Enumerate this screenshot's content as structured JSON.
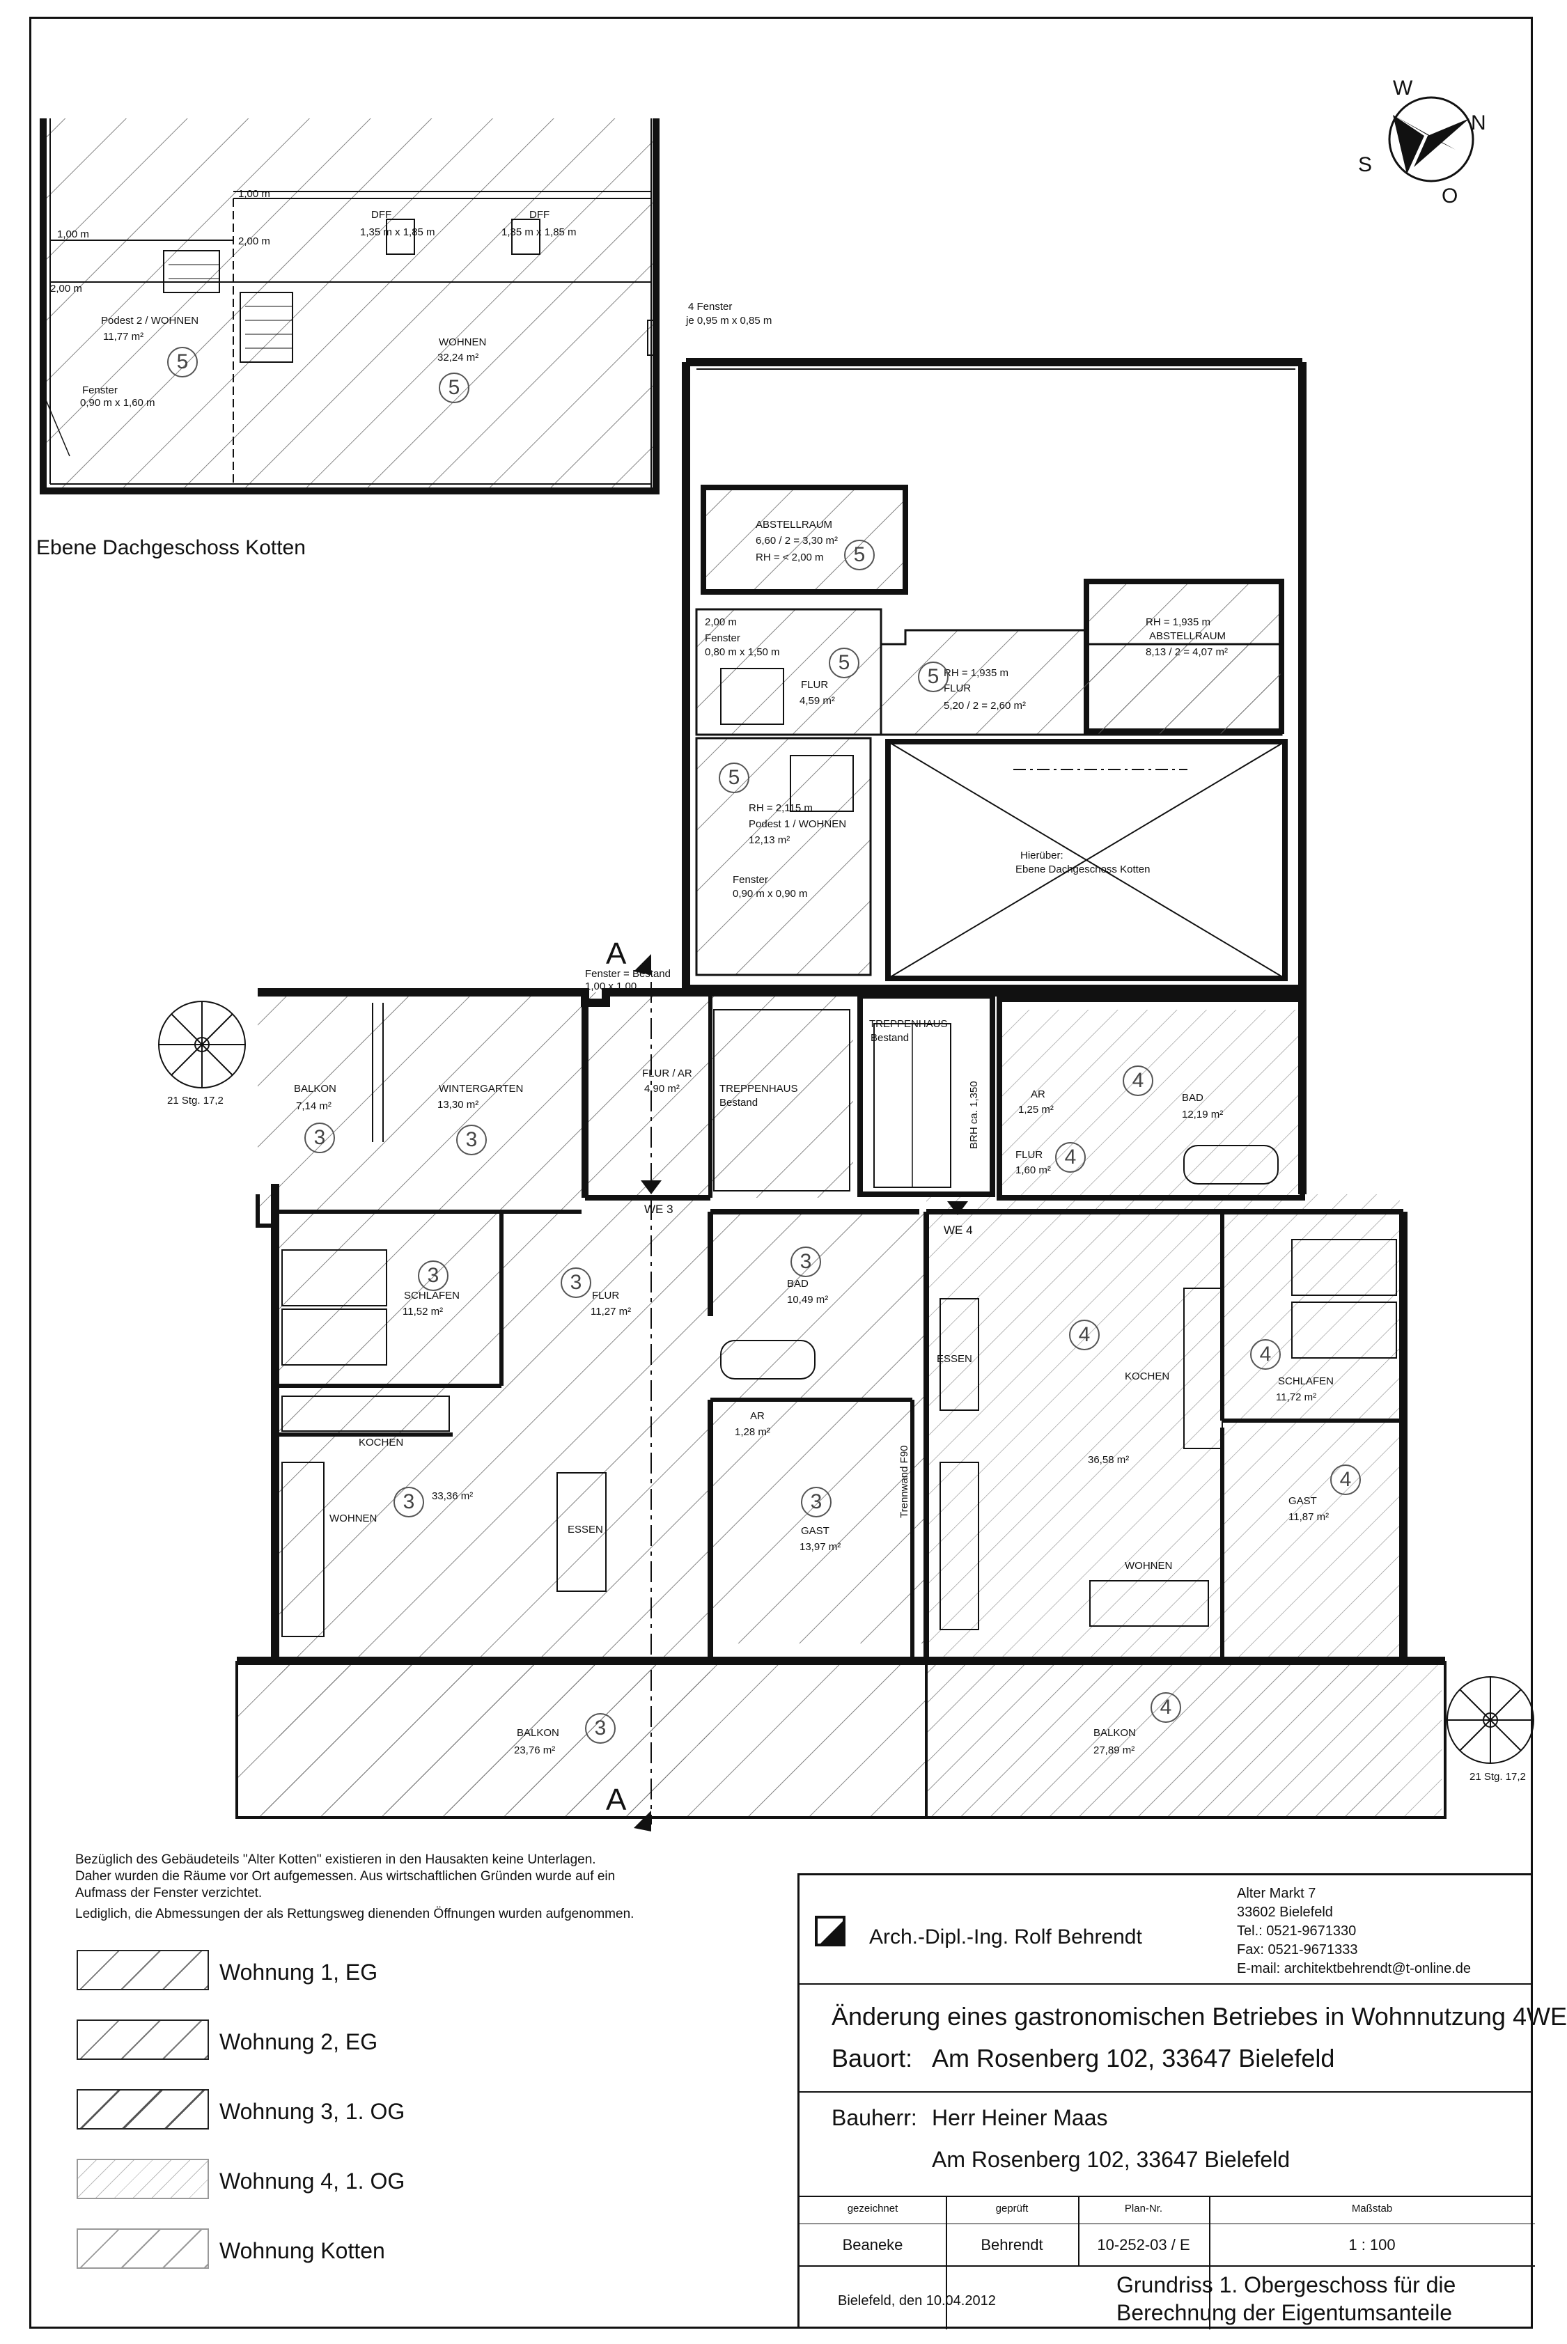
{
  "attic": {
    "title": "Ebene Dachgeschoss Kotten",
    "dim_100": "1,00 m",
    "dim_100b": "1,00 m",
    "dim_200a": "2,00 m",
    "dim_200b": "2,00 m",
    "dff1": "DFF",
    "dff1_size": "1,35 m x 1,85 m",
    "dff2": "DFF",
    "dff2_size": "1,35 m x 1,85 m",
    "window4": "4 Fenster",
    "window4_size": "je 0,95 m x 0,85 m",
    "podest_name": "Podest 2 / WOHNEN",
    "podest_area": "11,77 m²",
    "wohnen_name": "WOHNEN",
    "wohnen_area": "32,24 m²",
    "fenster": "Fenster",
    "fenster_size": "0,90 m x 1,60 m",
    "unit": "5"
  },
  "compass": {
    "n": "N",
    "o": "O",
    "s": "S",
    "w": "W"
  },
  "kotten": {
    "abstell1_name": "ABSTELLRAUM",
    "abstell1_calc": "6,60 / 2 = 3,30 m²",
    "abstell1_rh": "RH = < 2,00 m",
    "abstell2_rh": "RH = 1,935 m",
    "abstell2_name": "ABSTELLRAUM",
    "abstell2_calc": "8,13 / 2 = 4,07 m²",
    "dim_200": "2,00 m",
    "fenster1": "Fenster",
    "fenster1_size": "0,80 m x 1,50 m",
    "flur1_name": "FLUR",
    "flur1_area": "4,59 m²",
    "flur2_rh": "RH = 1,935 m",
    "flur2_name": "FLUR",
    "flur2_calc": "5,20 / 2 = 2,60 m²",
    "podest_rh": "RH = 2,115 m",
    "podest_name": "Podest 1 / WOHNEN",
    "podest_area": "12,13 m²",
    "fenster2": "Fenster",
    "fenster2_size": "0,90 m x 0,90 m",
    "hieruber": "Hierüber:",
    "hieruber2": "Ebene Dachgeschoss Kotten",
    "unit": "5"
  },
  "section": {
    "a_top": "A",
    "a_bottom": "A",
    "fenster_bestand": "Fenster = Bestand",
    "fenster_bestand_size": "1,00 x 1,00"
  },
  "stairs": {
    "left": "21 Stg. 17,2",
    "right": "21 Stg. 17,2"
  },
  "w3": {
    "balkon_name": "BALKON",
    "balkon_area": "7,14 m²",
    "winter_name": "WINTERGARTEN",
    "winter_area": "13,30 m²",
    "flur_ar_name": "FLUR / AR",
    "flur_ar_area": "4,90 m²",
    "treppenhaus": "TREPPENHAUS",
    "treppenhaus_sub": "Bestand",
    "we": "WE 3",
    "schlafen_name": "SCHLAFEN",
    "schlafen_area": "11,52 m²",
    "flur_name": "FLUR",
    "flur_area": "11,27 m²",
    "bad_name": "BAD",
    "bad_area": "10,49 m²",
    "kochen": "KOCHEN",
    "ar_name": "AR",
    "ar_area": "1,28 m²",
    "wohnen": "WOHNEN",
    "wohnen_area": "33,36 m²",
    "essen": "ESSEN",
    "gast_name": "GAST",
    "gast_area": "13,97 m²",
    "balkon2_name": "BALKON",
    "balkon2_area": "23,76 m²",
    "unit": "3"
  },
  "w4": {
    "treppenhaus": "TREPPENHAUS",
    "treppenhaus_sub": "Bestand",
    "brh": "BRH ca. 1,350",
    "ar_name": "AR",
    "ar_area": "1,25 m²",
    "bad_name": "BAD",
    "bad_area": "12,19 m²",
    "flur_name": "FLUR",
    "flur_area": "1,60 m²",
    "we": "WE 4",
    "essen": "ESSEN",
    "kochen": "KOCHEN",
    "main_area": "36,58 m²",
    "schlafen_name": "SCHLAFEN",
    "schlafen_area": "11,72 m²",
    "gast_name": "GAST",
    "gast_area": "11,87 m²",
    "wohnen": "WOHNEN",
    "trennwand": "Trennwand F90",
    "balkon_name": "BALKON",
    "balkon_area": "27,89 m²",
    "unit": "4"
  },
  "notes": [
    "Bezüglich des Gebäudeteils \"Alter Kotten\" existieren in den Hausakten keine Unterlagen.",
    "Daher wurden die Räume vor Ort aufgemessen. Aus wirtschaftlichen Gründen wurde auf ein",
    "Aufmass der Fenster verzichtet.",
    "Lediglich, die Abmessungen der als Rettungsweg dienenden Öffnungen wurden aufgenommen."
  ],
  "legend": [
    "Wohnung 1, EG",
    "Wohnung 2, EG",
    "Wohnung 3, 1. OG",
    "Wohnung 4, 1. OG",
    "Wohnung Kotten"
  ],
  "titleblock": {
    "architect": "Arch.-Dipl.-Ing. Rolf Behrendt",
    "addr1": "Alter Markt 7",
    "addr2": "33602 Bielefeld",
    "tel": "Tel.: 0521-9671330",
    "fax": "Fax: 0521-9671333",
    "email": "E-mail: architektbehrendt@t-online.de",
    "project": "Änderung eines gastronomischen Betriebes in Wohnnutzung 4WE",
    "bauort_label": "Bauort:",
    "bauort": "Am Rosenberg 102, 33647 Bielefeld",
    "bauherr_label": "Bauherr:",
    "bauherr": "Herr Heiner Maas",
    "bauherr_addr": "Am Rosenberg 102, 33647 Bielefeld",
    "col_gezeichnet": "gezeichnet",
    "col_geprueft": "geprüft",
    "col_plan": "Plan-Nr.",
    "col_massstab": "Maßstab",
    "gezeichnet": "Beaneke",
    "geprueft": "Behrendt",
    "plan": "10-252-03 / E",
    "massstab": "1 : 100",
    "date": "Bielefeld, den 10.04.2012",
    "drawing1": "Grundriss 1. Obergeschoss für die",
    "drawing2": "Berechnung der Eigentumsanteile"
  }
}
